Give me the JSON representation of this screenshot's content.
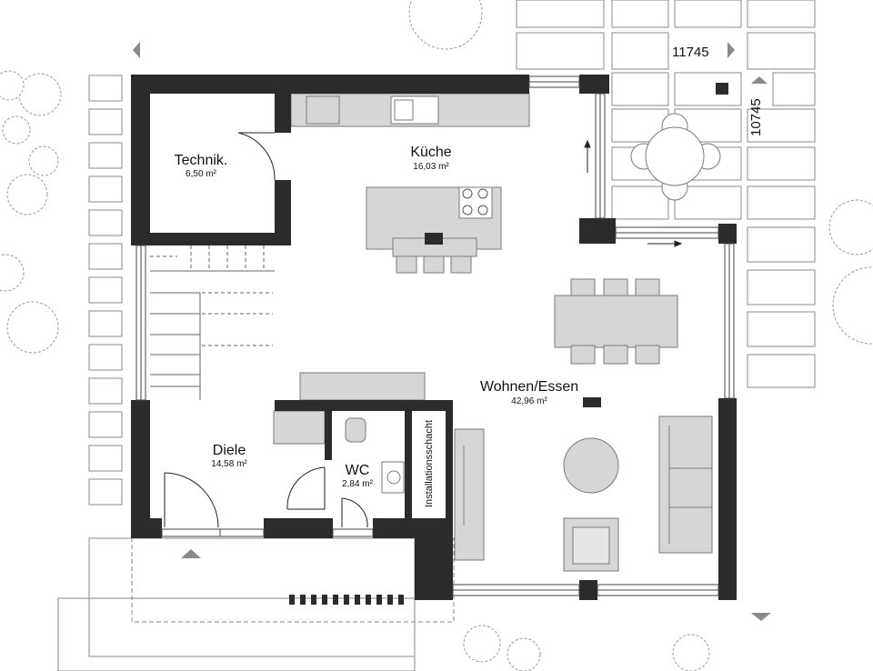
{
  "plan": {
    "dimensions": {
      "width": "11745",
      "depth": "10745"
    },
    "rooms": [
      {
        "name": "Technik.",
        "area": "6,50 m²"
      },
      {
        "name": "Küche",
        "area": "16,03 m²"
      },
      {
        "name": "Wohnen/Essen",
        "area": "42,96 m²"
      },
      {
        "name": "Diele",
        "area": "14,58 m²"
      },
      {
        "name": "WC",
        "area": "2,84 m²"
      }
    ],
    "shaft_label": "Installationsschacht"
  },
  "colors": {
    "wall": "#2b2b2b",
    "furniture": "#d6d6d6",
    "outline": "#7a7a7a",
    "paving": "#ffffff"
  }
}
